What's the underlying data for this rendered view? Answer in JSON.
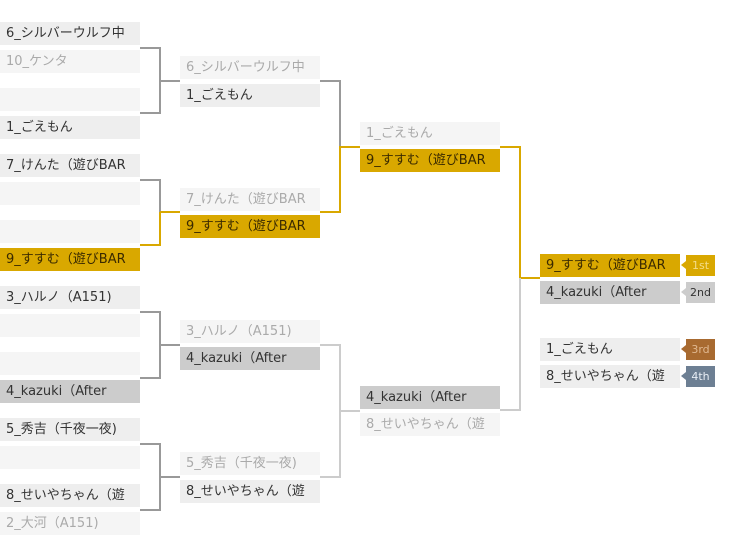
{
  "colors": {
    "gold": "#d9a800",
    "gray": "#cccccc",
    "bronze": "#a86a30",
    "fourth": "#6d7f93",
    "line": "#999999"
  },
  "round1": [
    {
      "name": "6_シルバーウルフ中",
      "state": "normal"
    },
    {
      "name": "10_ケンタ",
      "state": "lose"
    },
    {
      "name": "",
      "state": "empty"
    },
    {
      "name": "1_ごえもん",
      "state": "normal"
    },
    {
      "name": "7_けんた（遊びBAR",
      "state": "normal"
    },
    {
      "name": "",
      "state": "empty"
    },
    {
      "name": "",
      "state": "empty"
    },
    {
      "name": "9_すすむ（遊びBAR",
      "state": "gold"
    },
    {
      "name": "3_ハルノ（A151)",
      "state": "normal"
    },
    {
      "name": "",
      "state": "empty"
    },
    {
      "name": "",
      "state": "empty"
    },
    {
      "name": "4_kazuki（After",
      "state": "gray"
    },
    {
      "name": "5_秀吉（千夜一夜)",
      "state": "normal"
    },
    {
      "name": "",
      "state": "empty"
    },
    {
      "name": "8_せいやちゃん（遊",
      "state": "normal"
    },
    {
      "name": "2_大河（A151)",
      "state": "lose"
    }
  ],
  "round2": [
    {
      "name": "6_シルバーウルフ中",
      "state": "lose"
    },
    {
      "name": "1_ごえもん",
      "state": "normal"
    },
    {
      "name": "7_けんた（遊びBAR",
      "state": "lose"
    },
    {
      "name": "9_すすむ（遊びBAR",
      "state": "gold"
    },
    {
      "name": "3_ハルノ（A151)",
      "state": "lose"
    },
    {
      "name": "4_kazuki（After",
      "state": "gray"
    },
    {
      "name": "5_秀吉（千夜一夜)",
      "state": "lose"
    },
    {
      "name": "8_せいやちゃん（遊",
      "state": "normal"
    }
  ],
  "round3": [
    {
      "name": "1_ごえもん",
      "state": "lose"
    },
    {
      "name": "9_すすむ（遊びBAR",
      "state": "gold"
    },
    {
      "name": "4_kazuki（After",
      "state": "gray"
    },
    {
      "name": "8_せいやちゃん（遊",
      "state": "lose"
    }
  ],
  "final": [
    {
      "name": "9_すすむ（遊びBAR",
      "state": "gold",
      "rank": "1st",
      "rank_bg": "#d9a800",
      "rank_fg": "#f3dd8a"
    },
    {
      "name": "4_kazuki（After",
      "state": "gray",
      "rank": "2nd",
      "rank_bg": "#cccccc",
      "rank_fg": "#333333"
    },
    {
      "name": "1_ごえもん",
      "state": "normal",
      "rank": "3rd",
      "rank_bg": "#a86a30",
      "rank_fg": "#e0b890"
    },
    {
      "name": "8_せいやちゃん（遊",
      "state": "normal",
      "rank": "4th",
      "rank_bg": "#6d7f93",
      "rank_fg": "#e8eef5"
    }
  ]
}
